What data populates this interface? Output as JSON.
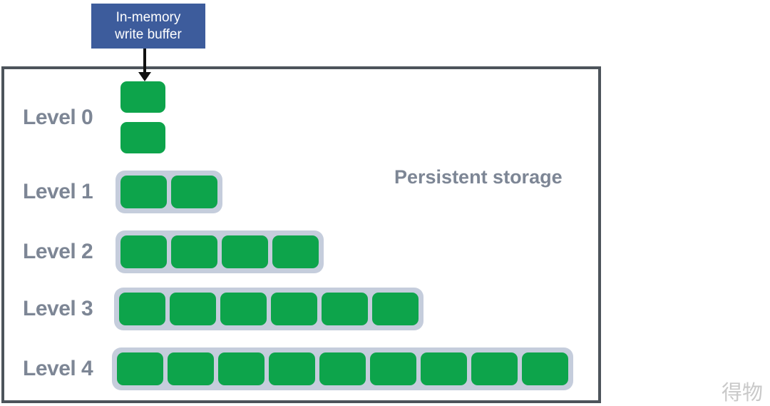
{
  "callout": {
    "label": "In-memory write buffer"
  },
  "diagram": {
    "persistent_label": "Persistent storage",
    "levels": [
      {
        "label": "Level 0",
        "segments": 2,
        "contained": false
      },
      {
        "label": "Level 1",
        "segments": 2,
        "contained": true
      },
      {
        "label": "Level 2",
        "segments": 4,
        "contained": true
      },
      {
        "label": "Level 3",
        "segments": 6,
        "contained": true
      },
      {
        "label": "Level 4",
        "segments": 9,
        "contained": true
      }
    ],
    "colors": {
      "segment": "#0DA44B",
      "run_background": "#C5CDDC",
      "label_text": "#7D8695",
      "panel_border": "#4D545B",
      "callout_background": "#3D5C9C",
      "callout_text": "#FFFFFF"
    }
  },
  "watermark": "得物"
}
